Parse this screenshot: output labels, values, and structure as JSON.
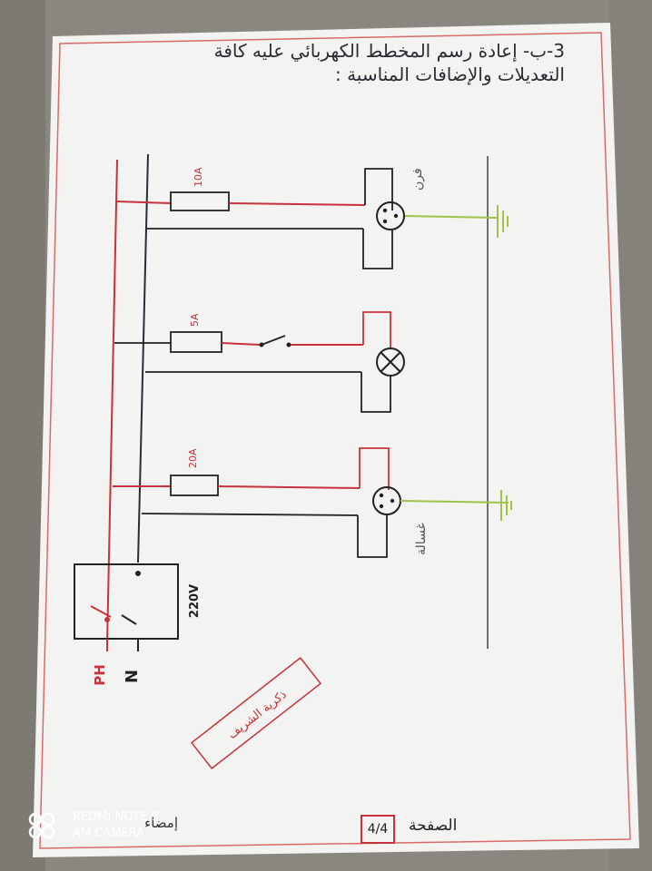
{
  "heading": {
    "line1": "3-ب- إعادة رسم المخطط الكهربائي عليه كافة",
    "line2": "التعديلات والإضافات المناسبة :"
  },
  "fuses": [
    "10A",
    "5A",
    "20A"
  ],
  "labels": {
    "phase": "PH",
    "neutral": "N",
    "voltage": "220V",
    "oven": "فرن",
    "washer": "غسالة",
    "stamp": "ذكرية الشريف"
  },
  "footer": {
    "page_label": "الصفحة",
    "page_number": "4/4",
    "signature": "إمضاء"
  },
  "watermark": {
    "line1": "REDMI NOTE 9",
    "line2": "AM CAMERA"
  },
  "colors": {
    "phase_wire": "#c8323a",
    "neutral_wire": "#2a2a3a",
    "earth_wire": "#9ec24a",
    "paper": "#f3f3f1",
    "granite": "#8f8c86"
  }
}
